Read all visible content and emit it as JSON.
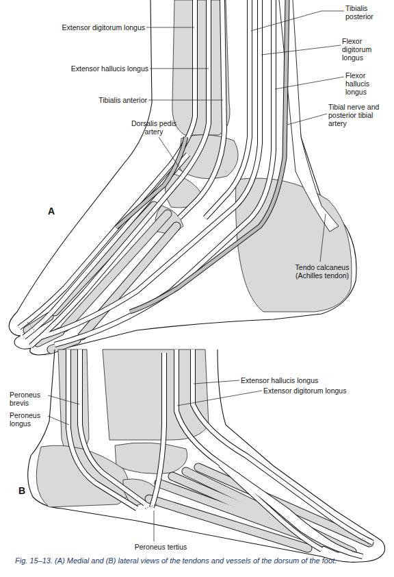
{
  "diagram": {
    "caption": "Fig. 15–13. (A) Medial and (B) lateral views of the tendons and vessels of the dorsum of the foot.",
    "labels": [
      "Tibialis posterior",
      "Extensor digitorum longus",
      "Flexor digitorum longus",
      "Extensor hallucis longus",
      "Flexor hallucis longus",
      "Tibialis anterior",
      "Dorsalis pedis artery",
      "Tibial nerve and posterior tibial artery",
      "Tendo calcaneus (Achilles tendon)",
      "A",
      "Peroneus brevis",
      "Extensor hallucis longus",
      "Peroneus longus",
      "Extensor digitorum longus",
      "B",
      "Peroneus tertius"
    ]
  }
}
